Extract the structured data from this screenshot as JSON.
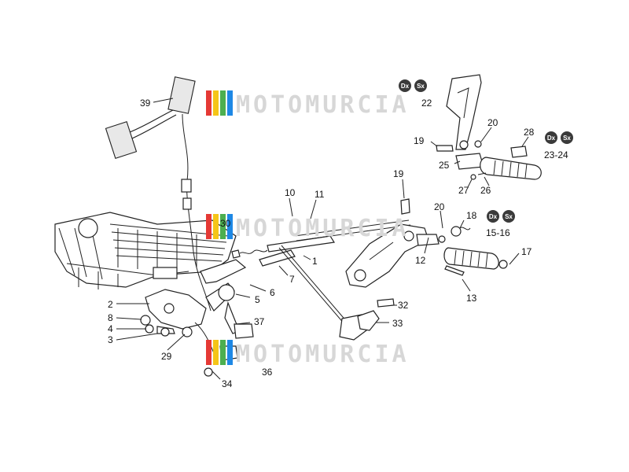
{
  "watermark": {
    "text": "MOTOMURCIA",
    "stripe_colors": [
      "#e53935",
      "#f5c518",
      "#4caf50",
      "#1e88e5"
    ]
  },
  "badges": {
    "dx": "Dx",
    "sx": "Sx"
  },
  "labels": {
    "p1": "1",
    "p2": "2",
    "p3": "3",
    "p4": "4",
    "p5": "5",
    "p6": "6",
    "p7": "7",
    "p8": "8",
    "p10": "10",
    "p11": "11",
    "p12": "12",
    "p13": "13",
    "p15_16": "15-16",
    "p17": "17",
    "p18": "18",
    "p19a": "19",
    "p19b": "19",
    "p20a": "20",
    "p20b": "20",
    "p22": "22",
    "p23_24": "23-24",
    "p25": "25",
    "p26": "26",
    "p27": "27",
    "p28": "28",
    "p29": "29",
    "p30": "30",
    "p32": "32",
    "p33": "33",
    "p34": "34",
    "p36": "36",
    "p37": "37",
    "p39": "39"
  }
}
